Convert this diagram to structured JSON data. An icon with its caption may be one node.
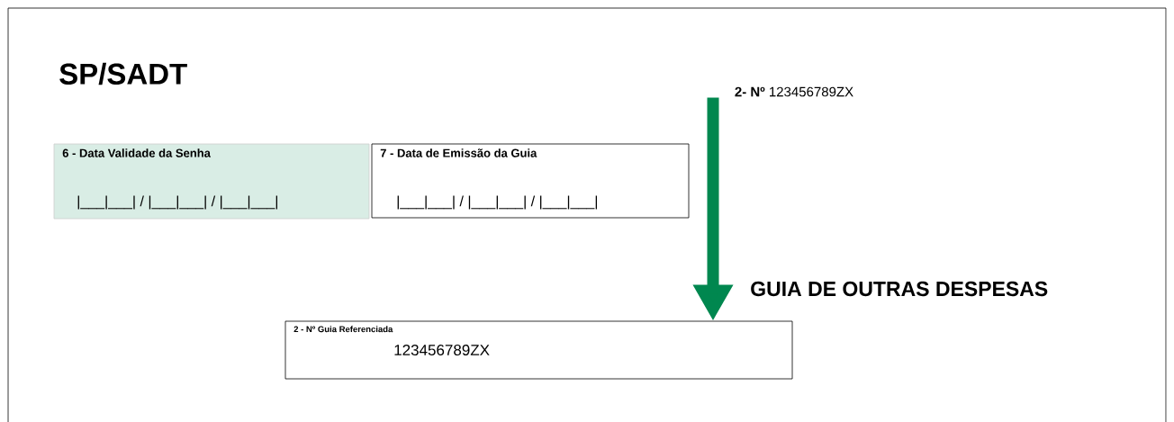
{
  "diagram": {
    "nodes": [
      {
        "text": [
          "6 - Data Validade da Senha",
          "|___|___| / |___|___| / |___|___|"
        ]
      },
      {
        "text": [
          "7 - Data de Emissão da Guia",
          "|___|___| / |___|___| / |___|___|"
        ]
      },
      {
        "text": [
          "**2- Nº** 123456789ZX"
        ]
      },
      {
        "text": [
          "2 - Nº Guia Referenciada",
          "123456789ZX"
        ]
      }
    ],
    "edges": [
      {
        "from": 2,
        "to": 3,
        "arrow": "to",
        "color": "#00874f"
      }
    ],
    "labels": [
      "SP/SADT",
      "GUIA  DE OUTRAS DESPESAS"
    ]
  }
}
